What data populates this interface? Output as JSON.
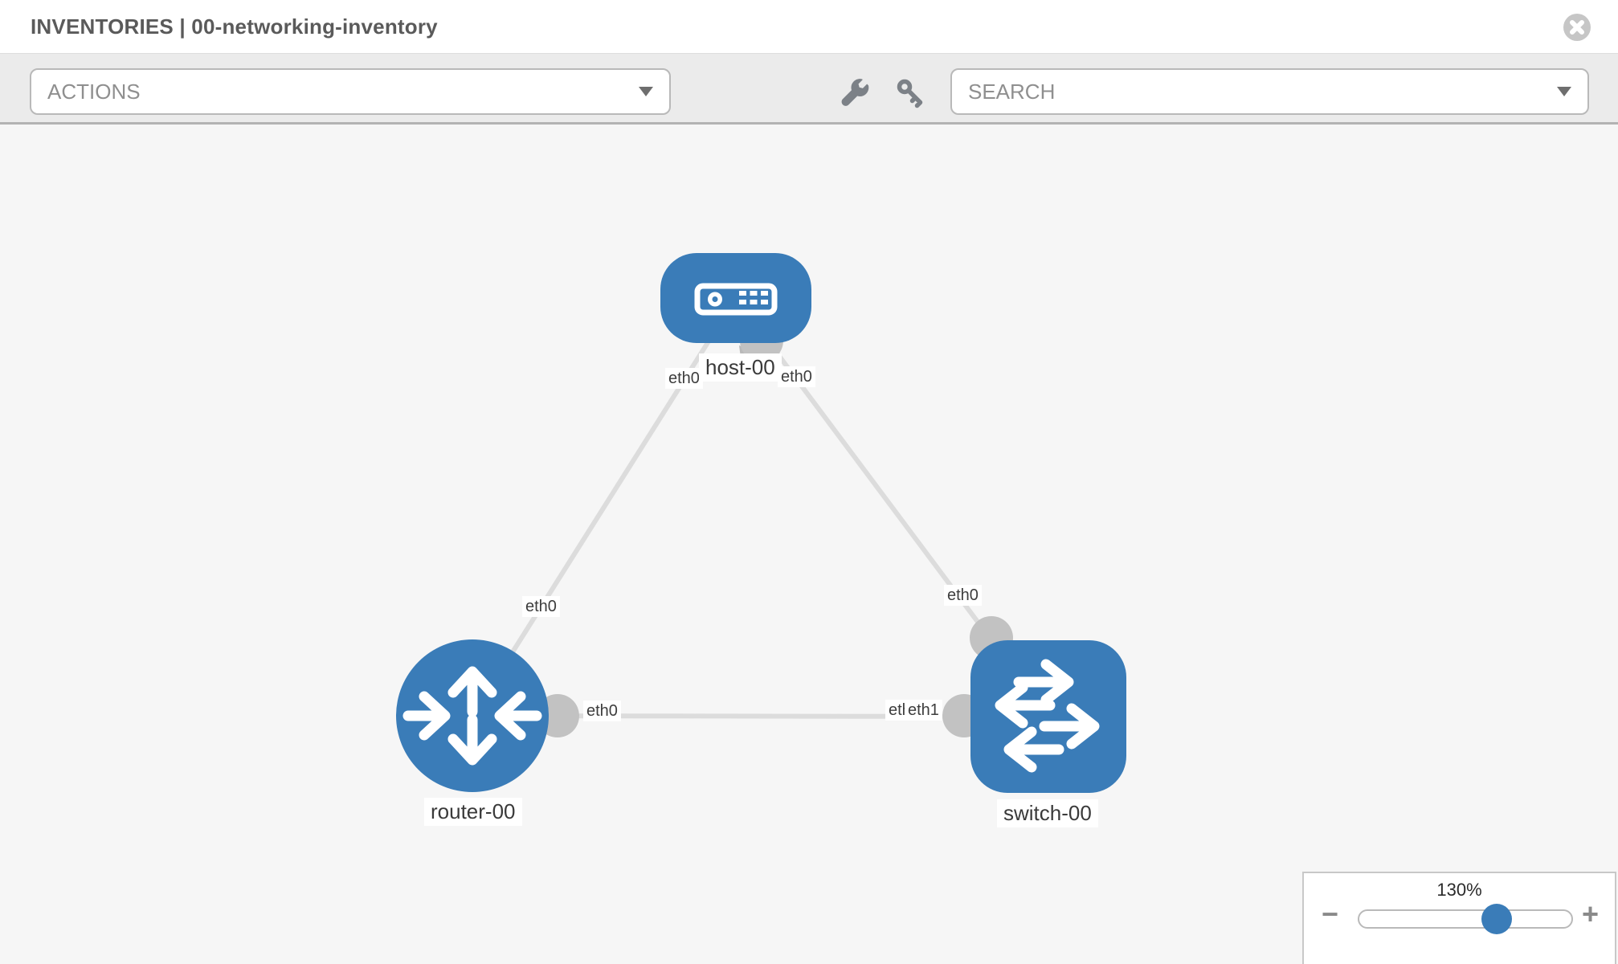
{
  "header": {
    "title": "INVENTORIES | 00-networking-inventory"
  },
  "toolbar": {
    "actions_label": "ACTIONS",
    "search_placeholder": "SEARCH"
  },
  "topology": {
    "nodes": [
      {
        "label": "host-00",
        "type": "host"
      },
      {
        "label": "router-00",
        "type": "router"
      },
      {
        "label": "switch-00",
        "type": "switch"
      }
    ],
    "links": [
      {
        "from": "host-00",
        "to": "router-00"
      },
      {
        "from": "host-00",
        "to": "switch-00"
      },
      {
        "from": "router-00",
        "to": "switch-00"
      }
    ],
    "interfaces": {
      "host_left": "eth0",
      "host_right": "eth0",
      "router_top": "eth0",
      "router_right": "eth0",
      "switch_top": "eth0",
      "switch_left_under": "eth0",
      "switch_left_over": "eth1"
    }
  },
  "zoom_control": {
    "level": "130%",
    "minus_label": "−",
    "plus_label": "+"
  },
  "colors": {
    "node_blue": "#3a7cb8",
    "port_gray": "#c2c2c2",
    "edge_gray": "#dcdcdc",
    "toolbar_bg": "#ebebeb",
    "canvas_bg": "#f6f6f6"
  }
}
